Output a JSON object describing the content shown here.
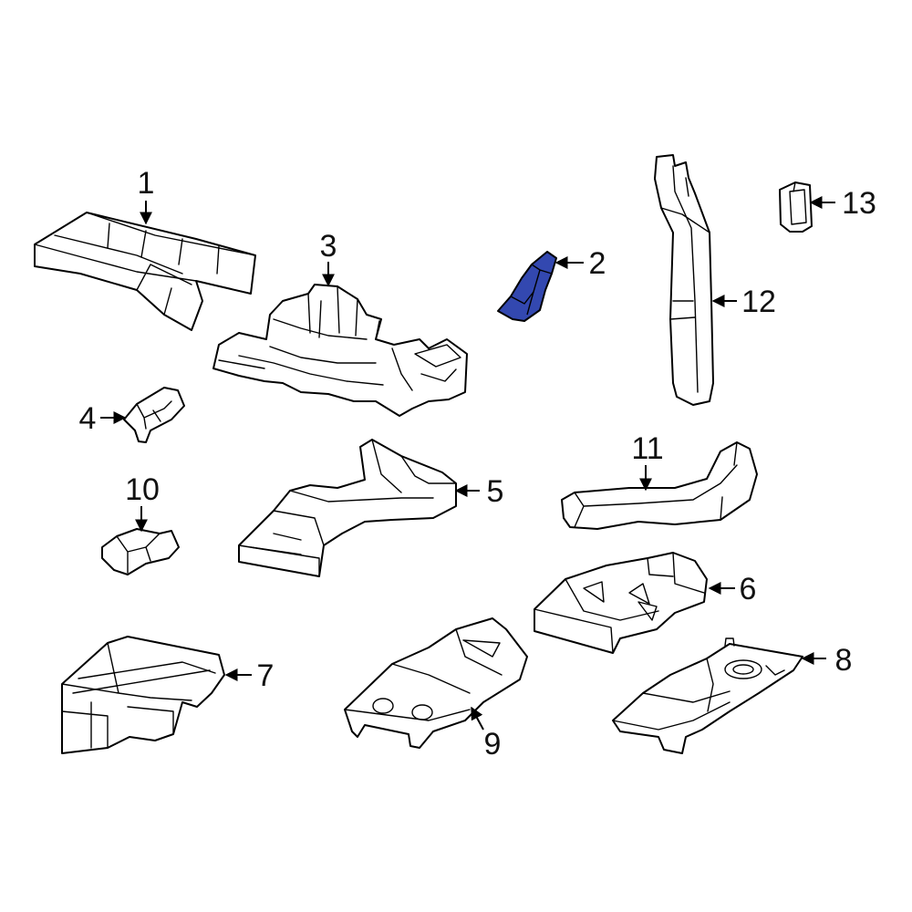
{
  "diagram": {
    "highlight_color": "#3348b0",
    "line_color": "#000000",
    "background": "#ffffff",
    "callouts": [
      {
        "id": "1",
        "label": "1"
      },
      {
        "id": "2",
        "label": "2"
      },
      {
        "id": "3",
        "label": "3"
      },
      {
        "id": "4",
        "label": "4"
      },
      {
        "id": "5",
        "label": "5"
      },
      {
        "id": "6",
        "label": "6"
      },
      {
        "id": "7",
        "label": "7"
      },
      {
        "id": "8",
        "label": "8"
      },
      {
        "id": "9",
        "label": "9"
      },
      {
        "id": "10",
        "label": "10"
      },
      {
        "id": "11",
        "label": "11"
      },
      {
        "id": "12",
        "label": "12"
      },
      {
        "id": "13",
        "label": "13"
      }
    ],
    "highlighted_part": "2"
  }
}
